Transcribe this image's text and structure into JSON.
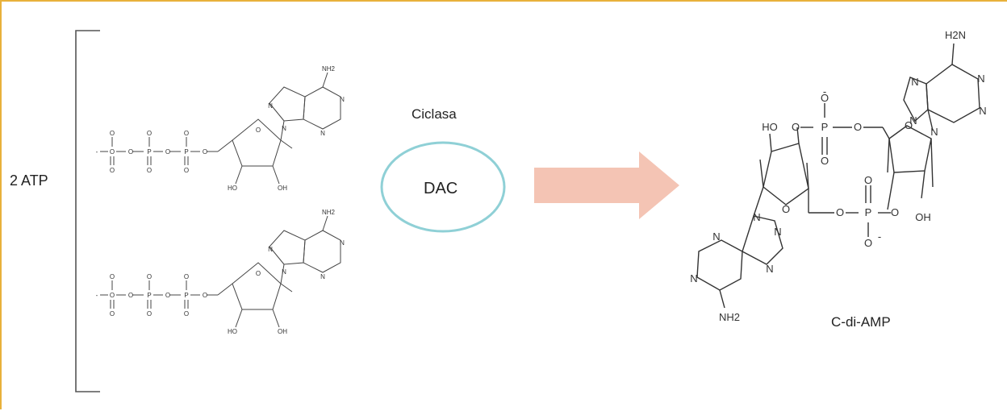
{
  "reactant": {
    "label": "2 ATP"
  },
  "enzyme": {
    "label": "Ciclasa",
    "name": "DAC",
    "ring_color": "#8fd0d6"
  },
  "product": {
    "label": "C-di-AMP"
  },
  "arrow": {
    "color": "#f4c4b4"
  },
  "atoms": {
    "nh2": "NH2",
    "h2n": "H2N",
    "n": "N",
    "o": "O",
    "p": "P",
    "ho": "HO",
    "oh": "OH",
    "minus": "-"
  }
}
